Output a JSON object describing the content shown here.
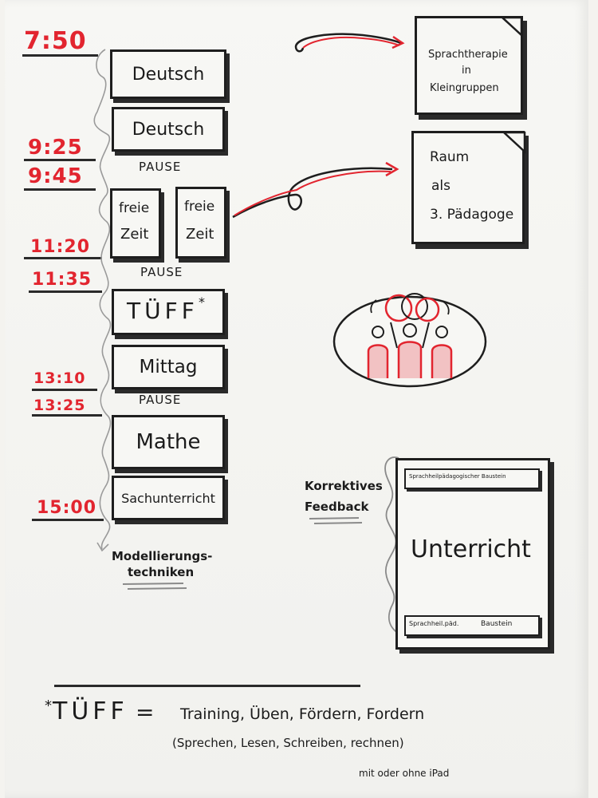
{
  "times": {
    "t1": "7:50",
    "t2": "9:25",
    "t3": "9:45",
    "t4": "11:20",
    "t5": "11:35",
    "t6": "13:10",
    "t7": "13:25",
    "t8": "15:00"
  },
  "schedule": {
    "deutsch1": "Deutsch",
    "deutsch2": "Deutsch",
    "pause1": "PAUSE",
    "freie_zeit_1_line1": "freie",
    "freie_zeit_1_line2": "Zeit",
    "freie_zeit_2_line1": "freie",
    "freie_zeit_2_line2": "Zeit",
    "pause2": "PAUSE",
    "tueff": "TÜFF",
    "tueff_star": "*",
    "mittag": "Mittag",
    "pause3": "PAUSE",
    "mathe": "Mathe",
    "sachunterricht": "Sachunterricht"
  },
  "modellierung": {
    "line1": "Modellierungs-",
    "line2": "techniken"
  },
  "notes": {
    "sprachtherapie_line1": "Sprachtherapie",
    "sprachtherapie_line2": "in",
    "sprachtherapie_line3": "Kleingruppen",
    "raum_line1": "Raum",
    "raum_line2": "als",
    "raum_line3": "3. Pädagoge"
  },
  "feedback": {
    "line1": "Korrektives",
    "line2": "Feedback"
  },
  "unterricht": {
    "top_bar": "Sprachheilpädagogischer Baustein",
    "title": "Unterricht",
    "bottom_bar_left": "Sprachheil.päd.",
    "bottom_bar_right": "Baustein"
  },
  "footnote": {
    "star": "*",
    "term": "TÜFF",
    "equals": "=",
    "definition": "Training, Üben, Fördern, Fordern",
    "sub": "(Sprechen, Lesen, Schreiben, rechnen)",
    "ipad": "mit oder ohne iPad"
  },
  "colors": {
    "red": "#e2252f",
    "ink": "#1e1e1e",
    "grey": "#8a8a8a"
  }
}
